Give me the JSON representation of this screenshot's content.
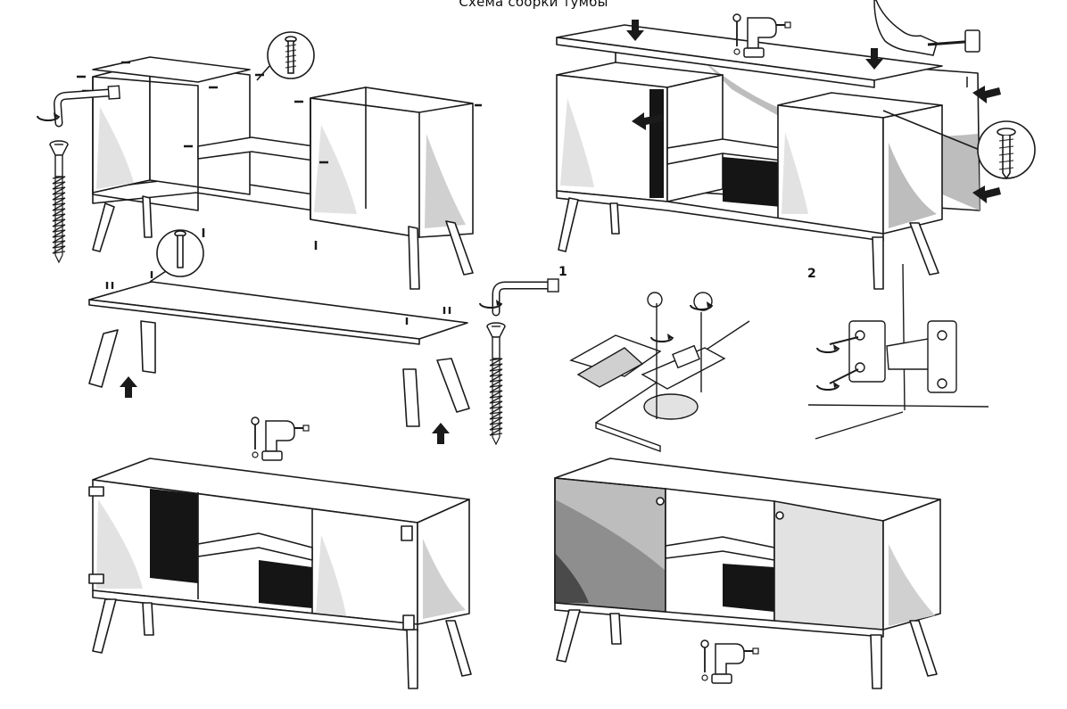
{
  "diagram": {
    "title": "Схема сборки тумбы",
    "detail_labels": [
      "1",
      "2"
    ]
  },
  "colors": {
    "line": "#1a1a1a",
    "panel": "#ffffff",
    "shade_light": "#e2e2e2",
    "shade_mid": "#bdbdbd",
    "shade_dark": "#8e8e8e",
    "fill_black": "#151515"
  },
  "steps": [
    {
      "panel": "frame-screw-assembly",
      "icons": [
        "allen-key-icon",
        "confirmat-screw-icon",
        "screw-callout-icon"
      ]
    },
    {
      "panel": "top-and-back-panel",
      "icons": [
        "down-arrow-icon",
        "hammer-icon",
        "screwdriver-icon",
        "screw-callout-icon"
      ]
    },
    {
      "panel": "legs-to-base",
      "icons": [
        "leg-icon",
        "up-arrow-icon",
        "allen-key-icon",
        "bolt-icon"
      ]
    },
    {
      "panel": "hinge-detail",
      "icons": [
        "hinge-icon",
        "screwdriver-icon"
      ]
    },
    {
      "panel": "hinge-mount",
      "icons": [
        "screwdriver-icon"
      ]
    },
    {
      "panel": "door-fitting",
      "icons": [
        "screwdriver-icon"
      ]
    }
  ]
}
